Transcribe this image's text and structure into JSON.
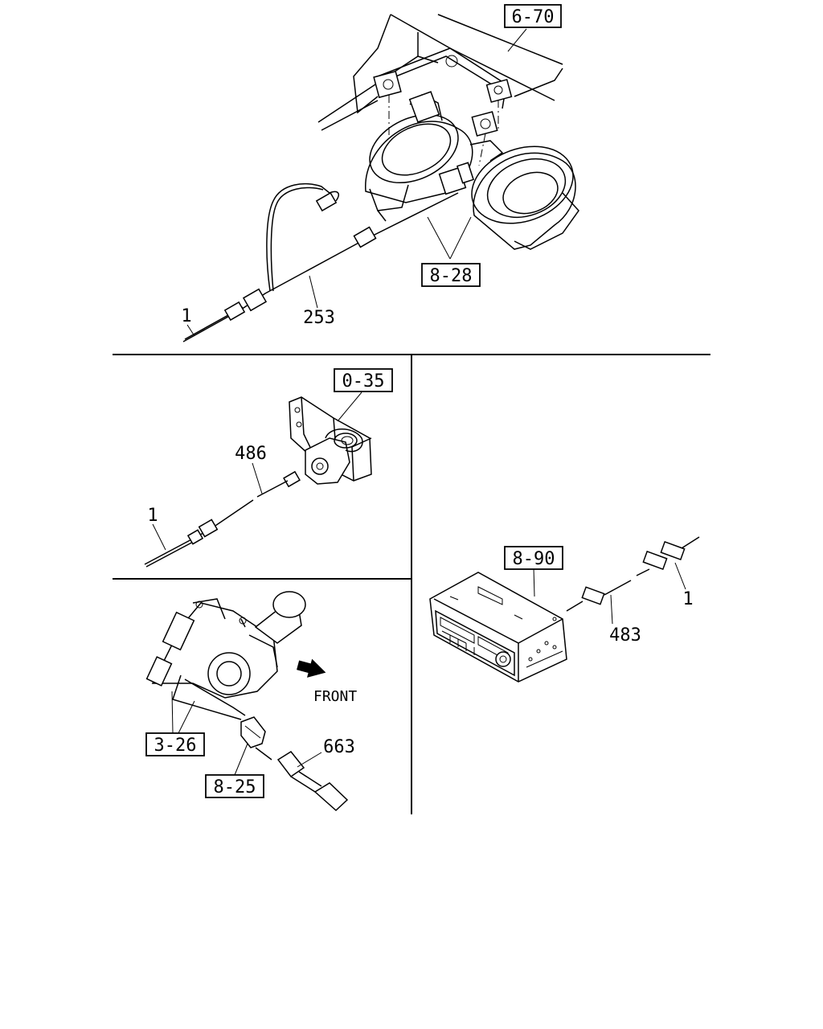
{
  "callouts": {
    "ref_6_70": "6-70",
    "ref_8_28": "8-28",
    "part_253": "253",
    "part_1_top": "1",
    "ref_0_35": "0-35",
    "part_486": "486",
    "part_1_mid": "1",
    "ref_8_90": "8-90",
    "part_483": "483",
    "part_1_right": "1",
    "ref_3_26": "3-26",
    "ref_8_25": "8-25",
    "part_663": "663",
    "front_label": "FRONT"
  },
  "icons": {
    "front_arrow": "front-arrow-icon"
  }
}
